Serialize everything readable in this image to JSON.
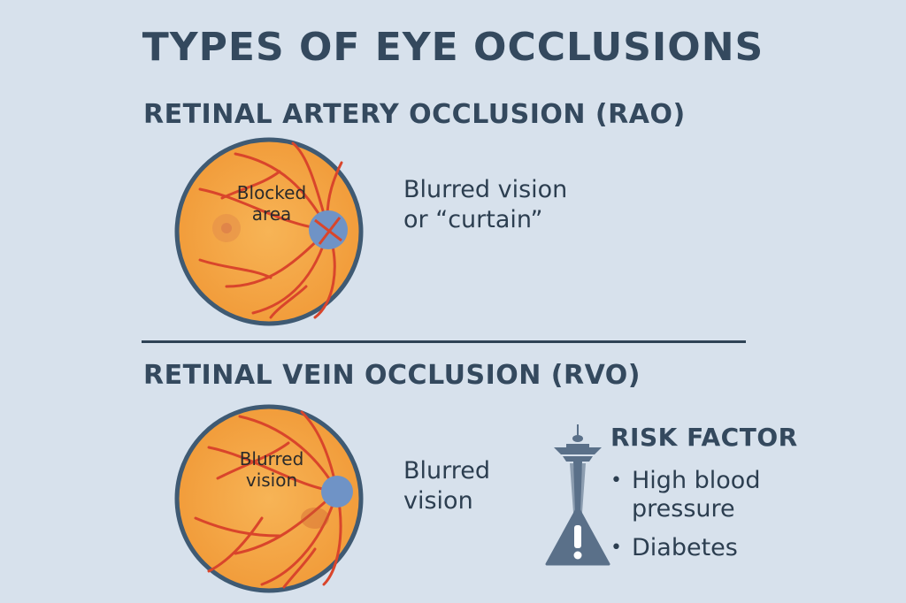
{
  "title": "TYPES OF EYE OCCLUSIONS",
  "rao": {
    "heading": "RETINAL ARTERY OCCLUSION (RAO)",
    "eye_label_line1": "Blocked",
    "eye_label_line2": "area",
    "symptom_line1": "Blurred vision",
    "symptom_line2": "or “curtain”"
  },
  "rvo": {
    "heading": "RETINAL VEIN OCCLUSION (RVO)",
    "eye_label_line1": "Blurred",
    "eye_label_line2": "vision",
    "symptom_line1": "Blurred",
    "symptom_line2": "vision"
  },
  "risk": {
    "title": "RISK FACTOR",
    "items": [
      "High blood pressure",
      "Diabetes"
    ]
  },
  "icons": [
    "space-needle-icon",
    "warning-icon",
    "retina-icon"
  ],
  "colors": {
    "background": "#d7e1ec",
    "heading": "#34495e",
    "retina": "#f5a948",
    "retina_border": "#3f5a73",
    "vessel": "#d9452b",
    "optic_disc": "#6f93c6",
    "icon": "#5a7089"
  }
}
